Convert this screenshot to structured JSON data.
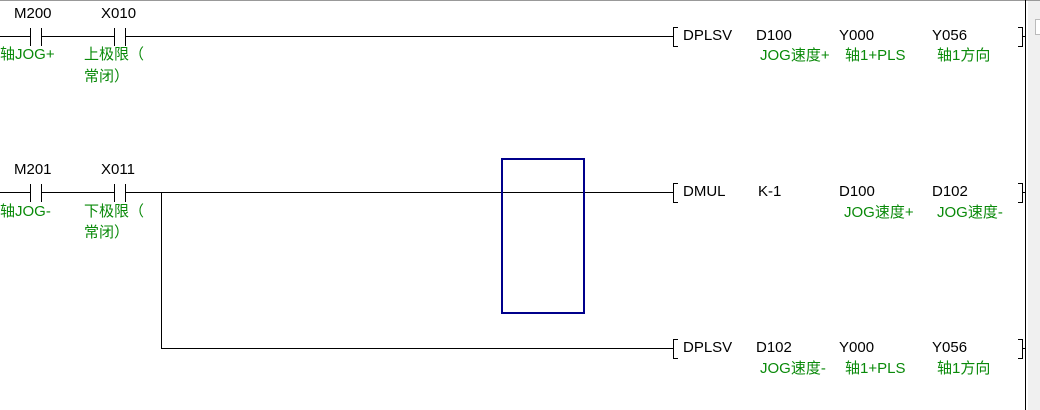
{
  "rungs": [
    {
      "contacts": [
        {
          "device": "M200",
          "comment": [
            "轴JOG+"
          ]
        },
        {
          "device": "X010",
          "comment": [
            "上极限（",
            "常闭）"
          ]
        }
      ],
      "instruction": {
        "name": "DPLSV",
        "operands": [
          "D100",
          "Y000",
          "Y056"
        ],
        "comments": [
          "JOG速度+",
          "轴1+PLS",
          "轴1方向"
        ]
      }
    },
    {
      "contacts": [
        {
          "device": "M201",
          "comment": [
            "轴JOG-"
          ]
        },
        {
          "device": "X011",
          "comment": [
            "下极限（",
            "常闭）"
          ]
        }
      ],
      "instruction": {
        "name": "DMUL",
        "operands": [
          "K-1",
          "D100",
          "D102"
        ],
        "comments": [
          "",
          "JOG速度+",
          "JOG速度-"
        ]
      }
    },
    {
      "instruction": {
        "name": "DPLSV",
        "operands": [
          "D102",
          "Y000",
          "Y056"
        ],
        "comments": [
          "JOG速度-",
          "轴1+PLS",
          "轴1方向"
        ]
      }
    }
  ],
  "colors": {
    "comment": "#0a8a0a",
    "cursor": "#00008b"
  }
}
